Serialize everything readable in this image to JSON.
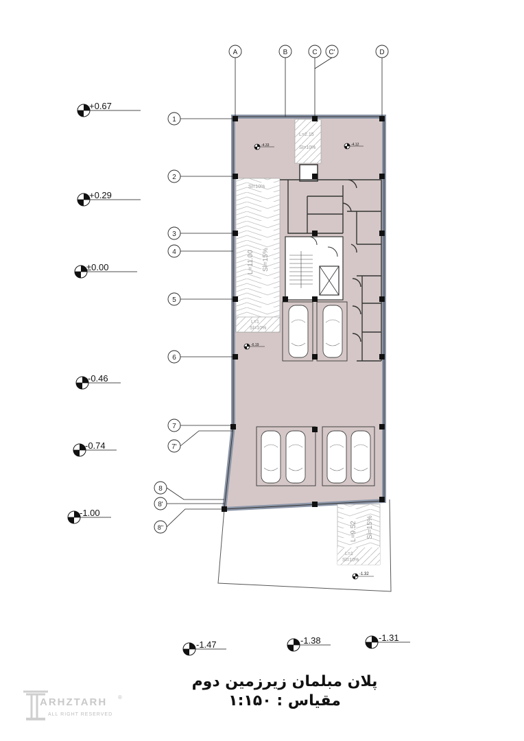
{
  "grid_columns": [
    "A",
    "B",
    "C",
    "C'",
    "D"
  ],
  "grid_rows": [
    "1",
    "2",
    "3",
    "4",
    "5",
    "6",
    "7",
    "7'",
    "8",
    "8'",
    "8''"
  ],
  "level_markers": [
    "+0.67",
    "+0.29",
    "±0.00",
    "-0.46",
    "-0.74",
    "-1.00",
    "-1.47",
    "-1.38",
    "-1.31"
  ],
  "spot_levels": [
    "-4.33",
    "-4.12",
    "-6.19",
    "-1.32"
  ],
  "ramp_labels": {
    "top_ramp_length": "L=2.15",
    "top_ramp_slope": "Sl=10%",
    "main_ramp_top_slope": "Sl=10%",
    "main_ramp_length": "L=11.00",
    "main_ramp_slope": "Sl=15%",
    "main_ramp_end_length": "L=1",
    "main_ramp_end_slope": "Sl=10%",
    "outer_ramp_length": "L=9.52",
    "outer_ramp_slope": "Sl=15%",
    "outer_ramp_end_length": "L=1",
    "outer_ramp_end_slope": "Sl=10%"
  },
  "title": {
    "line1": "پلان مبلمان زیرزمین دوم",
    "line2": "مقیاس : ۱:۱۵۰"
  },
  "logo": {
    "brand": "ARHZTARH",
    "tagline": "ALL RIGHT RESERVED",
    "mark": "®"
  },
  "colors": {
    "floor": "#d5c7c7",
    "wall": "#8c96a8",
    "line": "#222222"
  }
}
